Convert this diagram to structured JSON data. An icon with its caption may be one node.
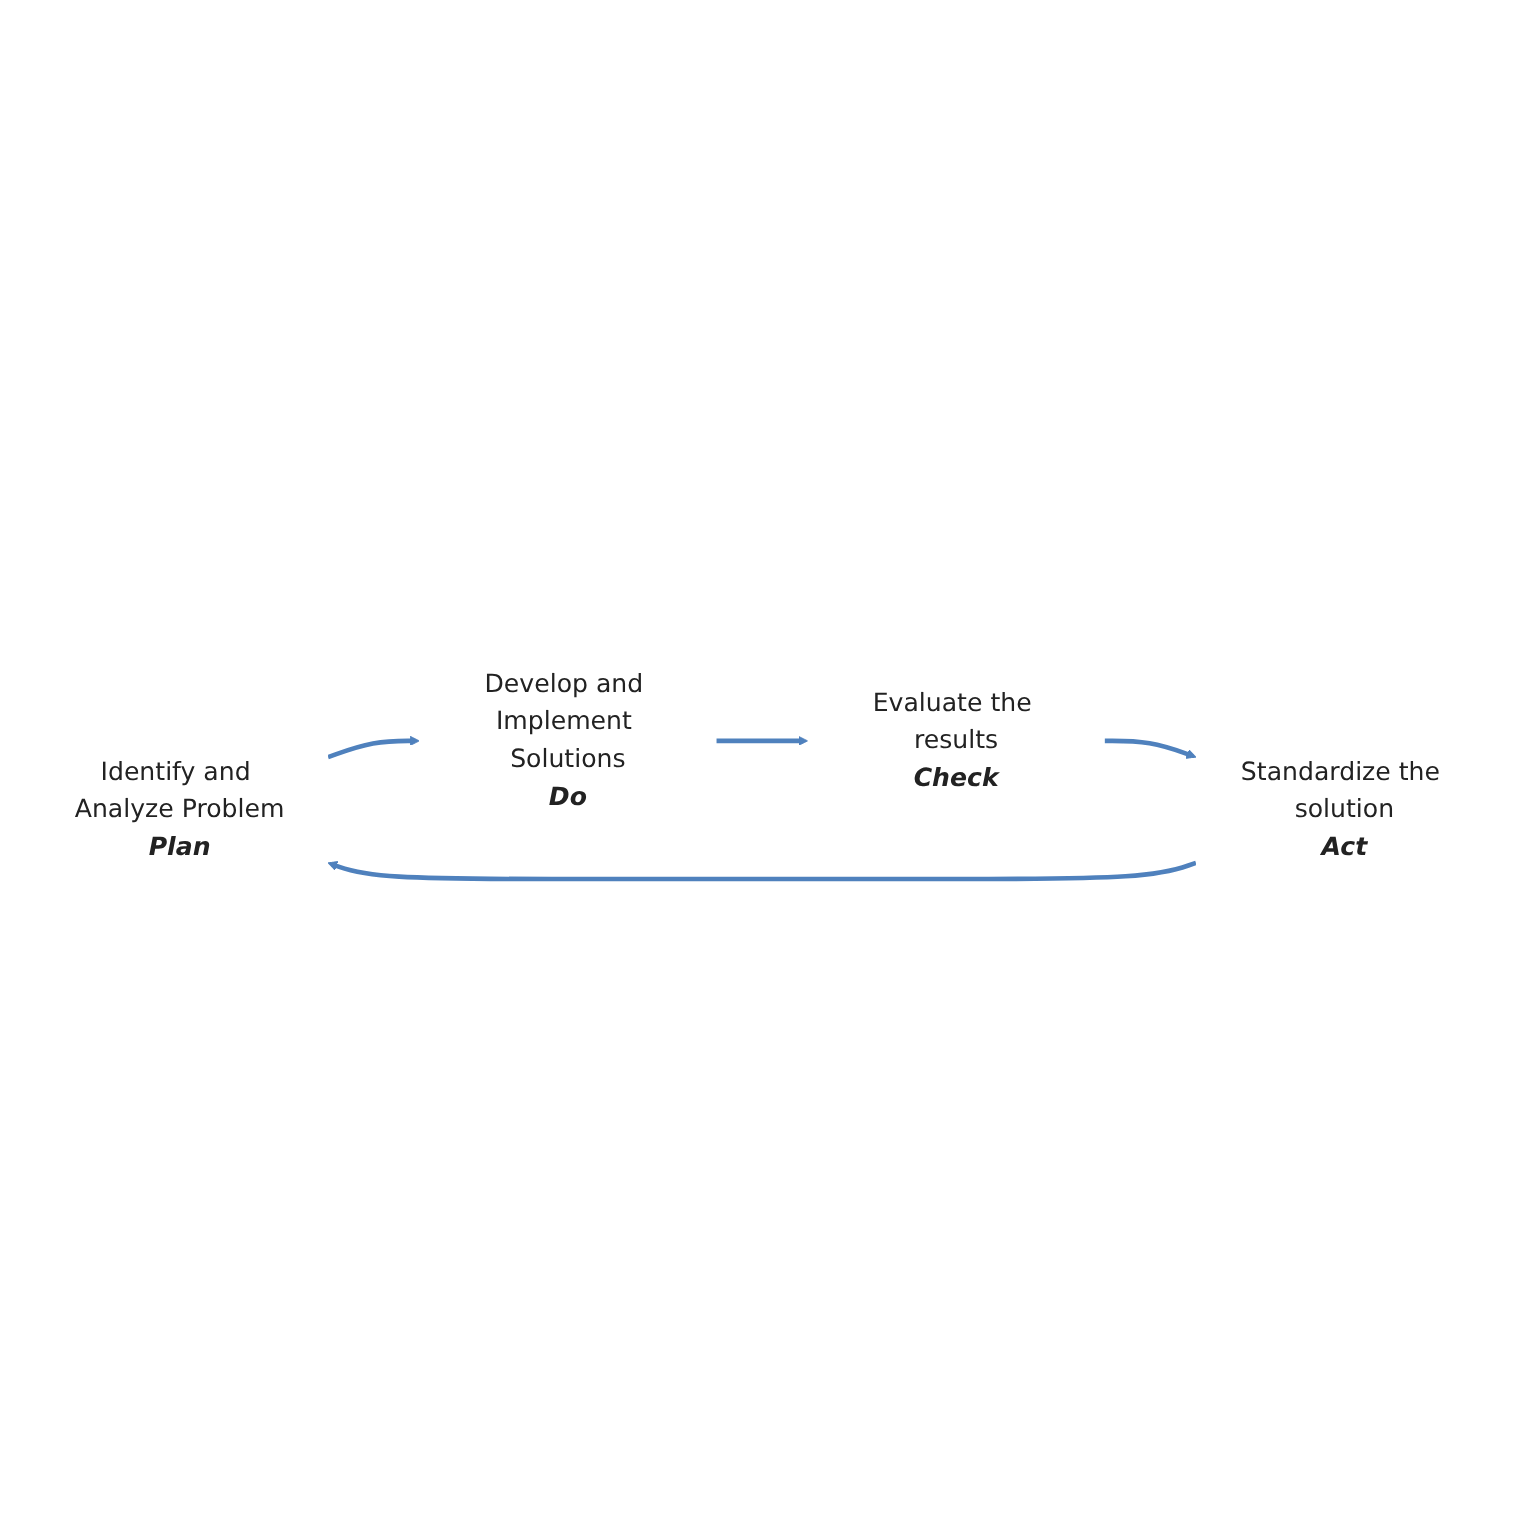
{
  "diagram": {
    "nodes": [
      {
        "text": [
          "Identify and Analyze Problem",
          "Plan"
        ]
      },
      {
        "text": [
          "Develop and Implement Solutions",
          "Do"
        ]
      },
      {
        "text": [
          "Evaluate the results",
          "Check"
        ]
      },
      {
        "text": [
          "Standardize the solution",
          "Act"
        ]
      }
    ],
    "edges": [
      {
        "from": 0,
        "to": 1,
        "arrow": "to"
      },
      {
        "from": 1,
        "to": 2,
        "arrow": "to"
      },
      {
        "from": 2,
        "to": 3,
        "arrow": "to"
      },
      {
        "from": 3,
        "to": 0,
        "arrow": "to"
      }
    ]
  }
}
